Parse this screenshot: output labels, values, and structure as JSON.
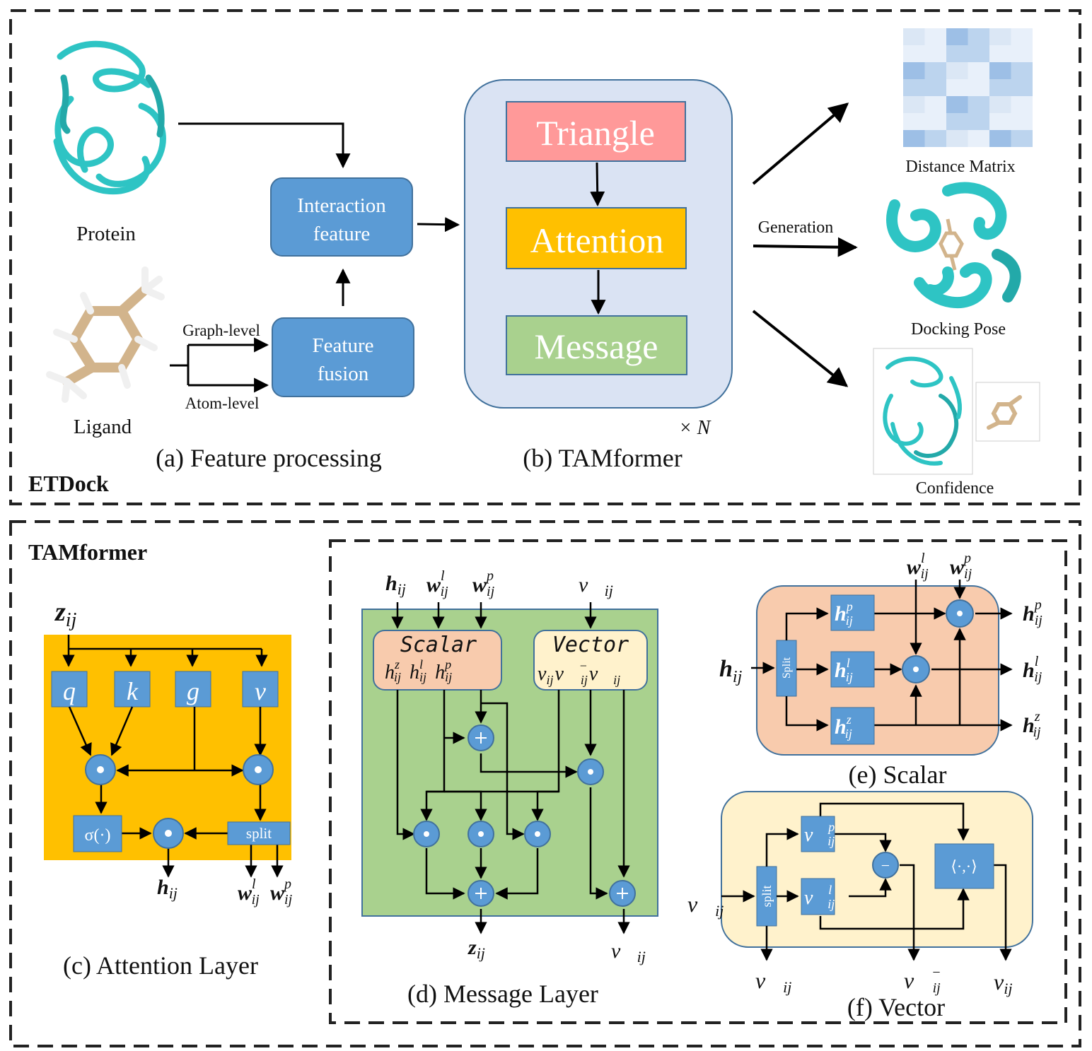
{
  "top": {
    "brand": "ETDock",
    "protein_label": "Protein",
    "ligand_label": "Ligand",
    "graph_level": "Graph-level",
    "atom_level": "Atom-level",
    "interaction_line1": "Interaction",
    "interaction_line2": "feature",
    "fusion_line1": "Feature",
    "fusion_line2": "fusion",
    "triangle": "Triangle",
    "attention": "Attention",
    "message": "Message",
    "repeat": "× N",
    "generation": "Generation",
    "distance_matrix": "Distance Matrix",
    "docking_pose": "Docking Pose",
    "confidence": "Confidence",
    "caption_a": "(a) Feature processing",
    "caption_b": "(b) TAMformer"
  },
  "bottom": {
    "title": "TAMformer",
    "caption_c": "(c) Attention Layer",
    "caption_d": "(d) Message Layer",
    "caption_e": "(e) Scalar",
    "caption_f": "(f) Vector",
    "c": {
      "q": "q",
      "k": "k",
      "g": "g",
      "v": "v",
      "sigma": "σ(·)",
      "split": "split"
    },
    "d": {
      "scalar": "Scalar",
      "vector": "Vector"
    },
    "e": {
      "split": "Split"
    },
    "f": {
      "split": "split",
      "minus": "−",
      "inner": "⟨·,·⟩"
    }
  },
  "colors": {
    "box_blue": "#5b9bd5",
    "blue_border": "#41719c",
    "triangle": "#ff9999",
    "attention": "#ffc000",
    "message_block": "#a9d18e",
    "tam_bg": "#dae3f3",
    "scalar_bg": "#f4b183",
    "vector_bg": "#fff2cc",
    "protein": "#2ec4c4",
    "ligand": "#d2b48c"
  }
}
